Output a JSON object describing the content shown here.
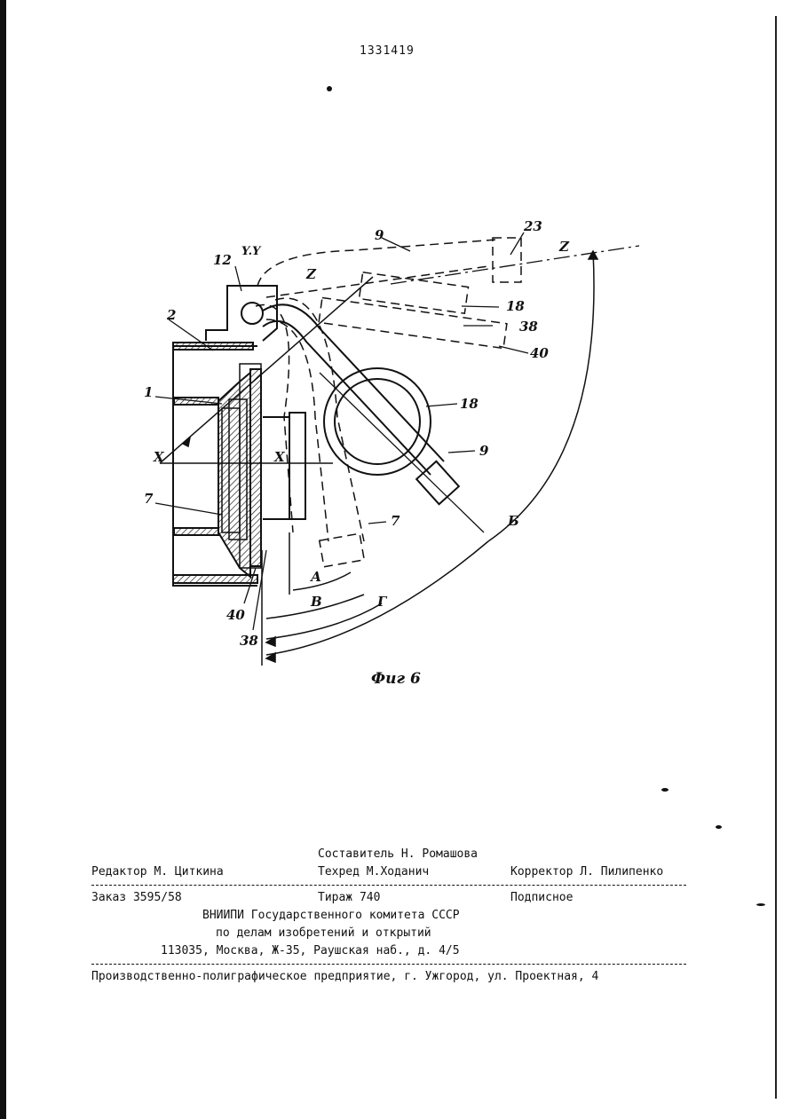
{
  "patent_number": "1331419",
  "figure": {
    "caption": "Фиг 6",
    "labels": {
      "yy": "Y.Y",
      "n12": "12",
      "n2": "2",
      "n1": "1",
      "x_left": "X",
      "x_right": "X",
      "n7_left": "7",
      "n40_bottom": "40",
      "n38_bottom": "38",
      "n9_top": "9",
      "n23": "23",
      "z_right": "Z",
      "z_mid": "Z",
      "n18_top": "18",
      "n38_right": "38",
      "n40_right": "40",
      "n18_center": "18",
      "n9_right": "9",
      "n7_right": "7",
      "b_label": "Б",
      "a_label": "А",
      "v_label": "В",
      "g_label": "Г"
    }
  },
  "imprint": {
    "compiler": "Составитель Н. Ромашова",
    "editor": "Редактор М. Циткина",
    "techred": "Техред М.Ходанич",
    "corrector": "Корректор Л. Пилипенко",
    "order": "Заказ 3595/58",
    "circulation": "Тираж 740",
    "subscription": "Подписное",
    "org_line1": "ВНИИПИ Государственного комитета СССР",
    "org_line2": "по делам изобретений и открытий",
    "address": "113035, Москва, Ж-35, Раушская наб., д. 4/5",
    "printer": "Производственно-полиграфическое предприятие, г. Ужгород, ул. Проектная, 4"
  }
}
